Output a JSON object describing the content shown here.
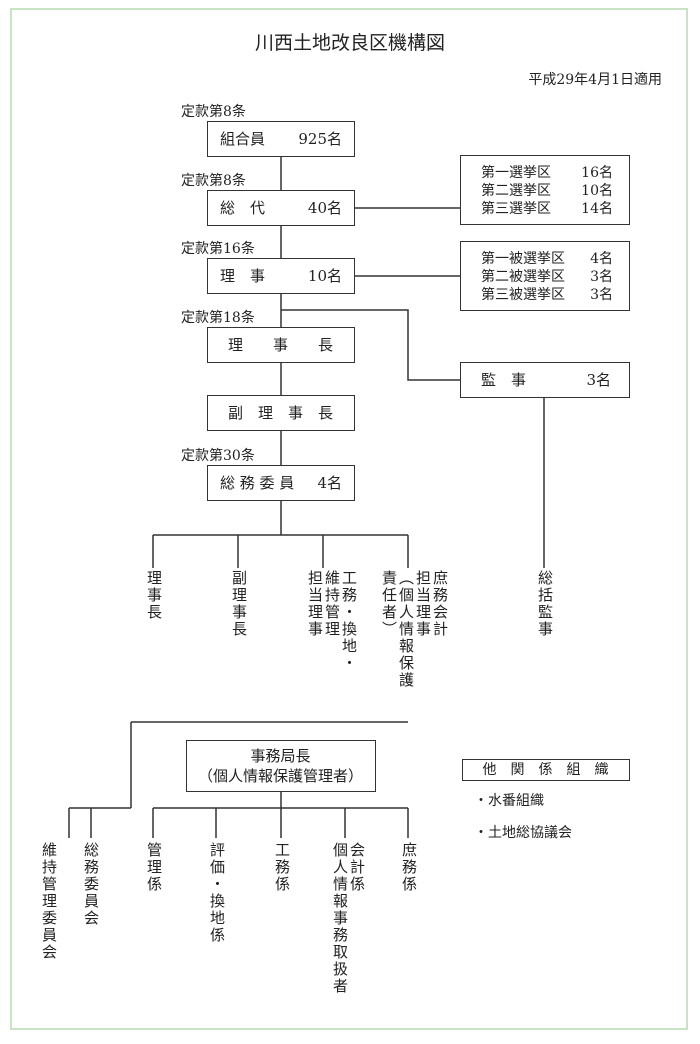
{
  "title": "川西土地改良区機構図",
  "date": "平成29年4月1日適用",
  "articles": {
    "a1": "定款第8条",
    "a2": "定款第8条",
    "a3": "定款第16条",
    "a4": "定款第18条",
    "a5": "定款第30条"
  },
  "members": {
    "label": "組合員",
    "count": "925名"
  },
  "delegates": {
    "label": "総　代",
    "count": "40名"
  },
  "directors": {
    "label": "理　事",
    "count": "10名"
  },
  "chairman": "理　　事　　長",
  "vice_chairman": "副　理　事　長",
  "general_committee": {
    "label": "総 務 委 員",
    "count": "4名"
  },
  "electoral_districts": [
    {
      "name": "第一選挙区",
      "count": "16名"
    },
    {
      "name": "第二選挙区",
      "count": "10名"
    },
    {
      "name": "第三選挙区",
      "count": "14名"
    }
  ],
  "elected_districts": [
    {
      "name": "第一被選挙区",
      "count": "4名"
    },
    {
      "name": "第二被選挙区",
      "count": "3名"
    },
    {
      "name": "第三被選挙区",
      "count": "3名"
    }
  ],
  "auditor": {
    "label": "監　事",
    "count": "3名"
  },
  "committee_roles": [
    [
      "理事長"
    ],
    [
      "副理事長"
    ],
    [
      "工務・換地・",
      "維持管理",
      "担当理事"
    ],
    [
      "庶務会計",
      "担当理事",
      "（個人情報保護",
      "責任者）"
    ]
  ],
  "general_auditor": "総括監事",
  "secretariat": {
    "line1": "事務局長",
    "line2": "（個人情報保護管理者）"
  },
  "committees": [
    "維持管理委員会",
    "総務委員会"
  ],
  "sections": [
    [
      "管理係"
    ],
    [
      "評価・換地係"
    ],
    [
      "工務係"
    ],
    [
      "会計係",
      "個人情報事務取扱者"
    ],
    [
      "庶務係"
    ]
  ],
  "other_orgs": {
    "header": "他　関　係　組　織",
    "items": [
      "・水番組織",
      "・土地総協議会"
    ]
  }
}
